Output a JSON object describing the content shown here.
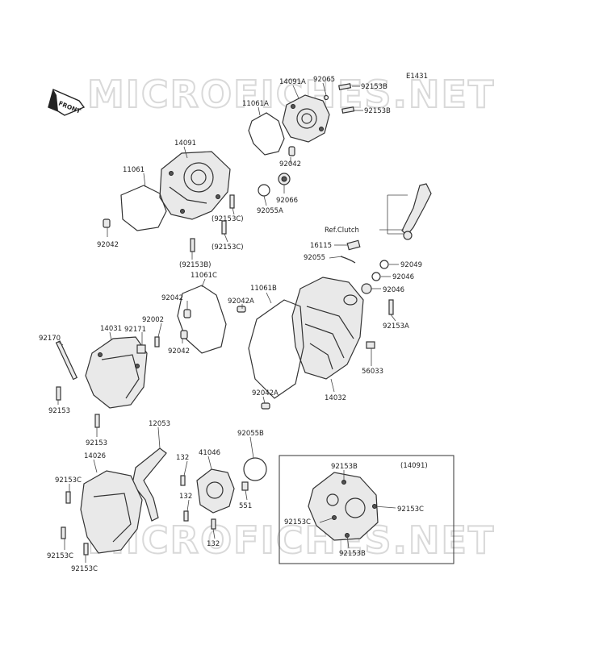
{
  "diagram_code": "E1431",
  "front_marker": "FRONT",
  "watermark": "MICROFICHES.NET",
  "ref_label": "Ref.Clutch",
  "inset_title": "(14091)",
  "labels": {
    "p14091A": "14091A",
    "p92065": "92065",
    "p92153B_top": "92153B",
    "p92153B_top2": "92153B",
    "p11061A": "11061A",
    "p14091": "14091",
    "p11061": "11061",
    "p92042_a": "92042",
    "p92066": "92066",
    "p92055A": "92055A",
    "p92153C_p1": "(92153C)",
    "p92153C_p2": "(92153C)",
    "p92042_b": "92042",
    "p92153B_p": "(92153B)",
    "p16115": "16115",
    "p92055": "92055",
    "p92049": "92049",
    "p92046_a": "92046",
    "p92046_b": "92046",
    "p11061C": "11061C",
    "p11061B": "11061B",
    "p92042_c": "92042",
    "p92042A_a": "92042A",
    "p92002": "92002",
    "p92171": "92171",
    "p14031": "14031",
    "p92170": "92170",
    "p92042_d": "92042",
    "p92153A": "92153A",
    "p56033": "56033",
    "p92042A_b": "92042A",
    "p14032": "14032",
    "p92153_a": "92153",
    "p92153_b": "92153",
    "p12053": "12053",
    "p92055B": "92055B",
    "p14026": "14026",
    "p41046": "41046",
    "p132_a": "132",
    "p132_b": "132",
    "p132_c": "132",
    "p551": "551",
    "p92153C_l1": "92153C",
    "p92153C_l2": "92153C",
    "p92153C_l3": "92153C",
    "p92153B_i1": "92153B",
    "p92153C_i1": "92153C",
    "p92153C_i2": "92153C",
    "p92153B_i2": "92153B"
  }
}
